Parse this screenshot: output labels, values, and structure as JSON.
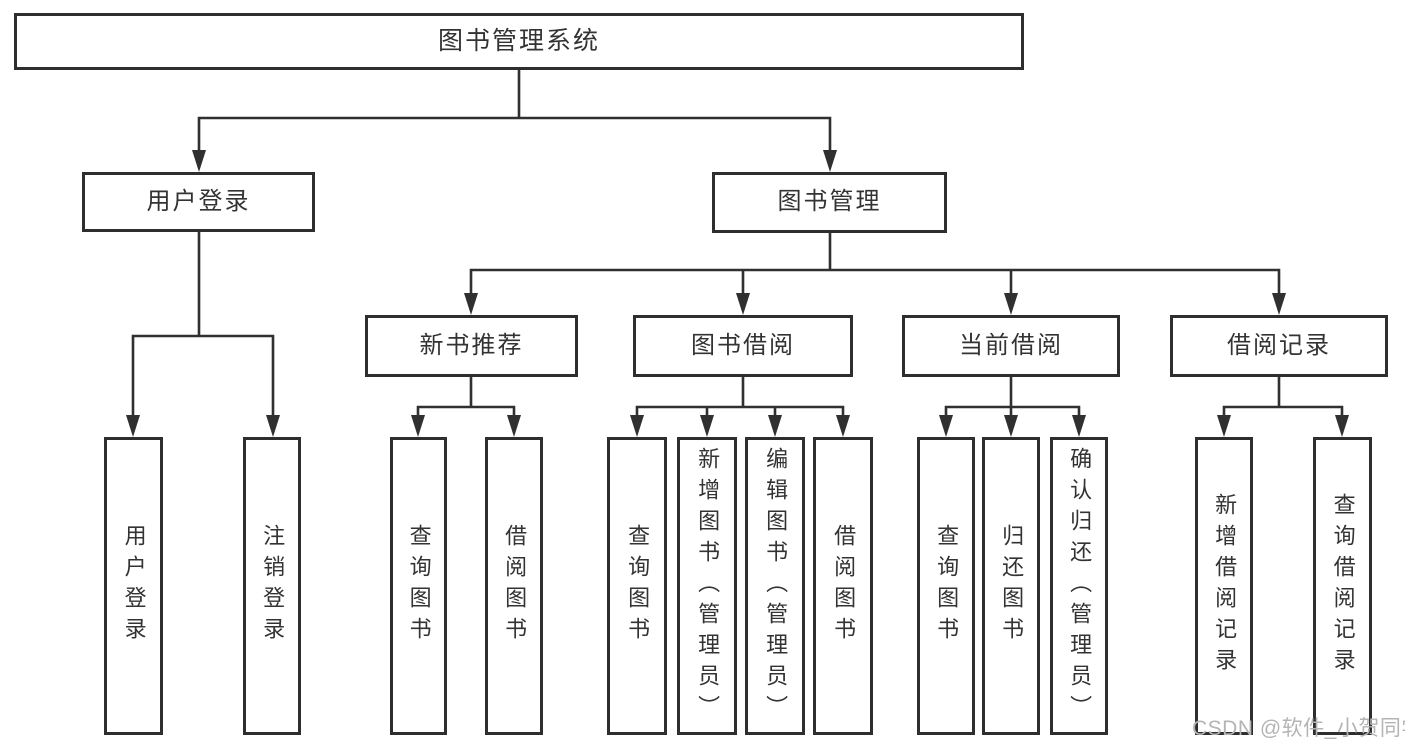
{
  "diagram": {
    "type": "tree",
    "tree": {
      "label": "图书管理系统",
      "children": [
        {
          "label": "用户登录",
          "children": [
            {
              "label": "用户登录"
            },
            {
              "label": "注销登录"
            }
          ]
        },
        {
          "label": "图书管理",
          "children": [
            {
              "label": "新书推荐",
              "children": [
                {
                  "label": "查询图书"
                },
                {
                  "label": "借阅图书"
                }
              ]
            },
            {
              "label": "图书借阅",
              "children": [
                {
                  "label": "查询图书"
                },
                {
                  "label": "新增图书（管理员）"
                },
                {
                  "label": "编辑图书（管理员）"
                },
                {
                  "label": "借阅图书"
                }
              ]
            },
            {
              "label": "当前借阅",
              "children": [
                {
                  "label": "查询图书"
                },
                {
                  "label": "归还图书"
                },
                {
                  "label": "确认归还（管理员）"
                }
              ]
            },
            {
              "label": "借阅记录",
              "children": [
                {
                  "label": "新增借阅记录"
                },
                {
                  "label": "查询借阅记录"
                }
              ]
            }
          ]
        }
      ]
    },
    "watermark": "CSDN @软件_小贺同学",
    "colors": {
      "line": "#303030",
      "box_border": "#2e2e2e",
      "box_fill": "#ffffff",
      "text": "#333333",
      "watermark": "#b4b4b4",
      "background": "#ffffff"
    }
  }
}
